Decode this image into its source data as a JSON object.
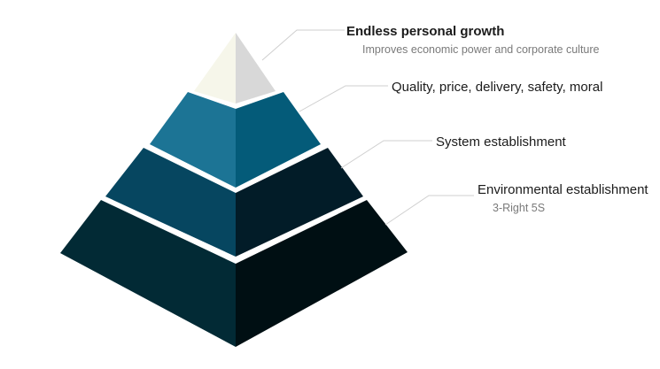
{
  "diagram": {
    "levels": [
      {
        "title": "Endless personal growth",
        "subtitle": "Improves economic power and corporate culture",
        "colors": {
          "left": "#f6f6ea",
          "right": "#d8d8d8"
        }
      },
      {
        "title": "Quality, price, delivery, safety, moral",
        "subtitle": "",
        "colors": {
          "left": "#1c7495",
          "right": "#045b79"
        }
      },
      {
        "title": "System establishment",
        "subtitle": "",
        "colors": {
          "left": "#064660",
          "right": "#021c28"
        }
      },
      {
        "title": "Environmental establishment",
        "subtitle": "3-Right 5S",
        "colors": {
          "left": "#022a35",
          "right": "#000f13"
        }
      }
    ],
    "leader_color": "#cfcfcf"
  }
}
